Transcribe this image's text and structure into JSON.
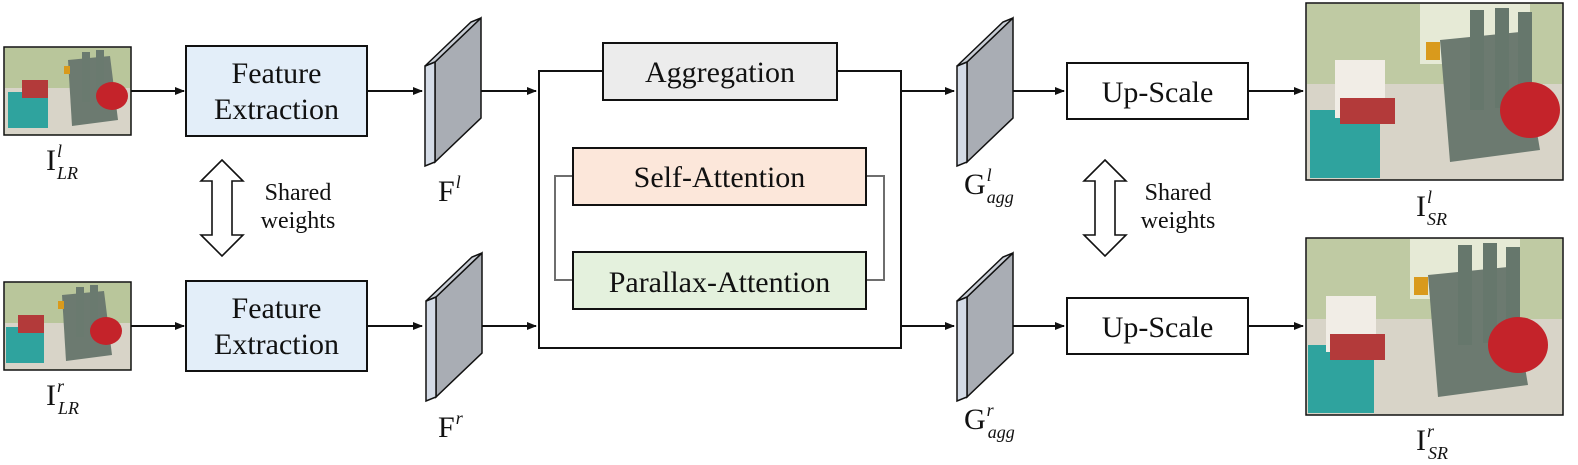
{
  "modules": {
    "feature_extraction_line1": "Feature",
    "feature_extraction_line2": "Extraction",
    "aggregation": "Aggregation",
    "self_attention": "Self-Attention",
    "parallax_attention": "Parallax-Attention",
    "upscale": "Up-Scale"
  },
  "shared_weights": {
    "line1": "Shared",
    "line2": "weights"
  },
  "symbols": {
    "input_left": {
      "base": "I",
      "sup": "l",
      "sub": "LR"
    },
    "input_right": {
      "base": "I",
      "sup": "r",
      "sub": "LR"
    },
    "feat_left": {
      "base": "F",
      "sup": "l"
    },
    "feat_right": {
      "base": "F",
      "sup": "r"
    },
    "agg_left": {
      "base": "G",
      "sup": "l",
      "sub": "agg"
    },
    "agg_right": {
      "base": "G",
      "sup": "r",
      "sub": "agg"
    },
    "out_left": {
      "base": "I",
      "sup": "l",
      "sub": "SR"
    },
    "out_right": {
      "base": "I",
      "sup": "r",
      "sub": "SR"
    }
  },
  "colors": {
    "feature_fill": "#e3eef9",
    "aggregation_fill": "#ececec",
    "self_attention_fill": "#fce7da",
    "parallax_fill": "#e4f1dd",
    "feature_map_front": "#d4dbe6",
    "feature_map_side": "#a9adb4"
  }
}
